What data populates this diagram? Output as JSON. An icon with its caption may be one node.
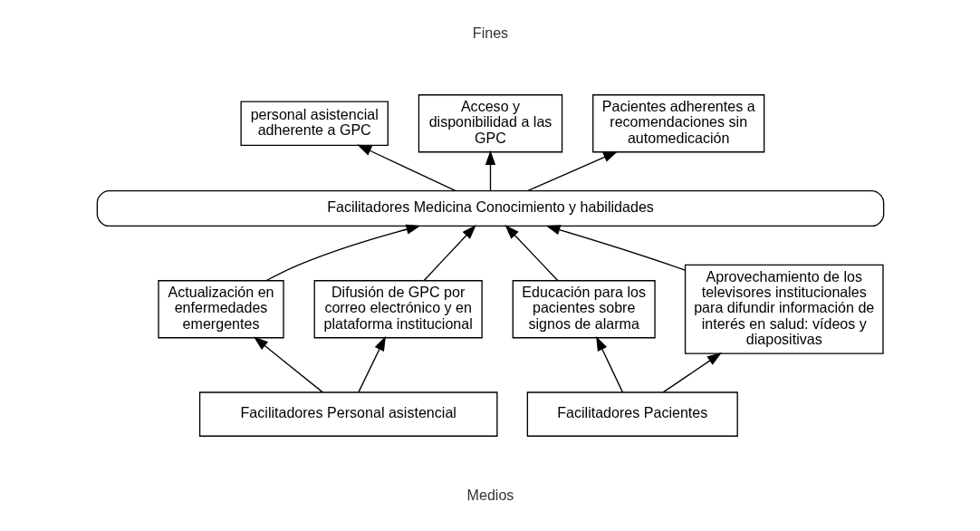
{
  "diagram": {
    "nodes": [
      {
        "text": [
          "personal asistencial adherente a GPC"
        ]
      },
      {
        "text": [
          "Acceso y disponibilidad a las GPC"
        ]
      },
      {
        "text": [
          "Pacientes adherentes a recomendaciones sin automedicación"
        ]
      },
      {
        "text": [
          "Facilitadores Medicina Conocimiento y habilidades"
        ]
      },
      {
        "text": [
          "Actualización en enfermedades emergentes"
        ]
      },
      {
        "text": [
          "Difusión de GPC por correo electrónico y en plataforma institucional"
        ]
      },
      {
        "text": [
          "Educación para los pacientes sobre signos de alarma"
        ]
      },
      {
        "text": [
          "Aprovechamiento de los televisores institucionales para difundir información de interés en salud: vídeos y diapositivas"
        ]
      },
      {
        "text": [
          "Facilitadores Personal asistencial"
        ]
      },
      {
        "text": [
          "Facilitadores Pacientes"
        ]
      }
    ],
    "edges": [
      {
        "from": 3,
        "to": 0,
        "arrow": "to"
      },
      {
        "from": 3,
        "to": 1,
        "arrow": "to"
      },
      {
        "from": 3,
        "to": 2,
        "arrow": "to"
      },
      {
        "from": 4,
        "to": 3,
        "arrow": "to"
      },
      {
        "from": 5,
        "to": 3,
        "arrow": "to"
      },
      {
        "from": 6,
        "to": 3,
        "arrow": "to"
      },
      {
        "from": 7,
        "to": 3,
        "arrow": "to"
      },
      {
        "from": 8,
        "to": 4,
        "arrow": "to"
      },
      {
        "from": 8,
        "to": 5,
        "arrow": "to"
      },
      {
        "from": 9,
        "to": 6,
        "arrow": "to"
      },
      {
        "from": 9,
        "to": 7,
        "arrow": "to"
      }
    ],
    "labels": [
      "Fines",
      "Medios"
    ]
  }
}
